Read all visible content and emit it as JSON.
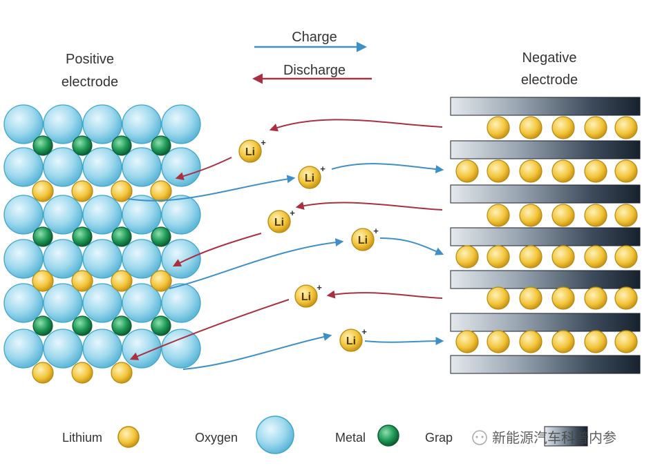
{
  "labels": {
    "positive": [
      "Positive",
      "electrode"
    ],
    "negative": [
      "Negative",
      "electrode"
    ],
    "charge": "Charge",
    "discharge": "Discharge",
    "ion": "Li",
    "ion_charge": "+"
  },
  "legend": {
    "lithium": "Lithium",
    "oxygen": "Oxygen",
    "metal": "Metal",
    "graphite": "Grap"
  },
  "watermark": "新能源汽车科普内参",
  "colors": {
    "oxygen": "#9fd9ee",
    "oxygen_stroke": "#3ea6c8",
    "metal": "#1f9a57",
    "lithium": "#f2c53a",
    "lithium_stroke": "#b58a10",
    "graphite_dark": "#1e2c3d",
    "graphite_light": "#d7dde3",
    "charge_arrow": "#3d8fc7",
    "discharge_arrow": "#a83040"
  }
}
